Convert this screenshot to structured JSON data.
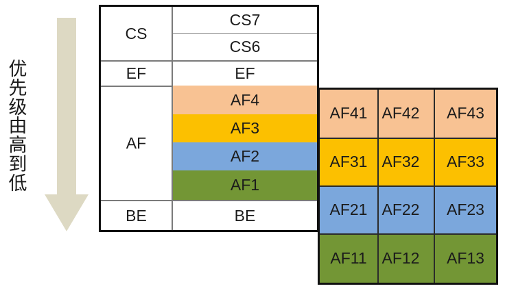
{
  "diagram": {
    "title_vertical": "优先级由高到低",
    "vertical_chars": [
      "优",
      "先",
      "级",
      "由",
      "高",
      "到",
      "低"
    ],
    "arrow": {
      "name": "down-arrow",
      "direction": "down",
      "color": "#DDD9C3"
    },
    "colors": {
      "af4": "#F8C293",
      "af3": "#FCC000",
      "af2": "#7BA7DC",
      "af1": "#739635",
      "white": "#FFFFFF",
      "border_outer": "#111111",
      "border_inner": "#7A7A7A",
      "text": "#1B1B1B",
      "arrow": "#DDD9C3"
    }
  },
  "left_table": {
    "name": "dscp-priority-class-table",
    "groups": [
      {
        "class_label": "CS",
        "fill": "#FFFFFF",
        "rows": [
          {
            "label": "CS7",
            "fill": "#FFFFFF"
          },
          {
            "label": "CS6",
            "fill": "#FFFFFF"
          }
        ]
      },
      {
        "class_label": "EF",
        "fill": "#FFFFFF",
        "rows": [
          {
            "label": "EF",
            "fill": "#FFFFFF"
          }
        ]
      },
      {
        "class_label": "AF",
        "fill": "#FFFFFF",
        "rows": [
          {
            "label": "AF4",
            "fill": "#F8C293"
          },
          {
            "label": "AF3",
            "fill": "#FCC000"
          },
          {
            "label": "AF2",
            "fill": "#7BA7DC"
          },
          {
            "label": "AF1",
            "fill": "#739635"
          }
        ]
      },
      {
        "class_label": "BE",
        "fill": "#FFFFFF",
        "rows": [
          {
            "label": "BE",
            "fill": "#FFFFFF"
          }
        ]
      }
    ]
  },
  "right_table": {
    "name": "af-drop-precedence-table",
    "rows": [
      {
        "fill": "#F8C293",
        "cells": [
          "AF41",
          "AF42",
          "AF43"
        ]
      },
      {
        "fill": "#FCC000",
        "cells": [
          "AF31",
          "AF32",
          "AF33"
        ]
      },
      {
        "fill": "#7BA7DC",
        "cells": [
          "AF21",
          "AF22",
          "AF23"
        ]
      },
      {
        "fill": "#739635",
        "cells": [
          "AF11",
          "AF12",
          "AF13"
        ]
      }
    ]
  }
}
